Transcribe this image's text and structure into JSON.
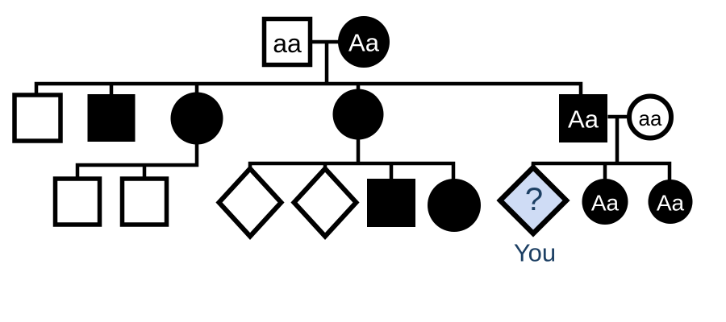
{
  "diagram": {
    "type": "pedigree-chart",
    "description": "Three-generation family pedigree with genotype labels for a trait; the query individual is marked with a question mark diamond labeled You",
    "colors": {
      "outline": "#000000",
      "affected_fill": "#000000",
      "unaffected_fill": "#ffffff",
      "query_fill": "#cfdcf5",
      "query_text": "#1c3f63"
    },
    "generations": [
      {
        "name": "generation-1",
        "members": [
          {
            "shape": "square",
            "fill": "white",
            "label": "aa"
          },
          {
            "shape": "circle",
            "fill": "black",
            "label": "Aa"
          }
        ]
      },
      {
        "name": "generation-2",
        "members": [
          {
            "shape": "square",
            "fill": "white",
            "label": ""
          },
          {
            "shape": "square",
            "fill": "black",
            "label": ""
          },
          {
            "shape": "circle",
            "fill": "black",
            "label": ""
          },
          {
            "shape": "circle",
            "fill": "black",
            "label": ""
          },
          {
            "shape": "square",
            "fill": "black",
            "label": "Aa"
          },
          {
            "shape": "circle",
            "fill": "white",
            "label": "aa"
          }
        ]
      },
      {
        "name": "generation-3",
        "members": [
          {
            "shape": "square",
            "fill": "white",
            "label": ""
          },
          {
            "shape": "square",
            "fill": "white",
            "label": ""
          },
          {
            "shape": "diamond",
            "fill": "white",
            "label": ""
          },
          {
            "shape": "diamond",
            "fill": "white",
            "label": ""
          },
          {
            "shape": "square",
            "fill": "black",
            "label": ""
          },
          {
            "shape": "circle",
            "fill": "black",
            "label": ""
          },
          {
            "shape": "diamond",
            "fill": "lightblue",
            "label": "?",
            "caption": "You"
          },
          {
            "shape": "circle",
            "fill": "black",
            "label": "Aa"
          },
          {
            "shape": "circle",
            "fill": "black",
            "label": "Aa"
          }
        ]
      }
    ]
  }
}
